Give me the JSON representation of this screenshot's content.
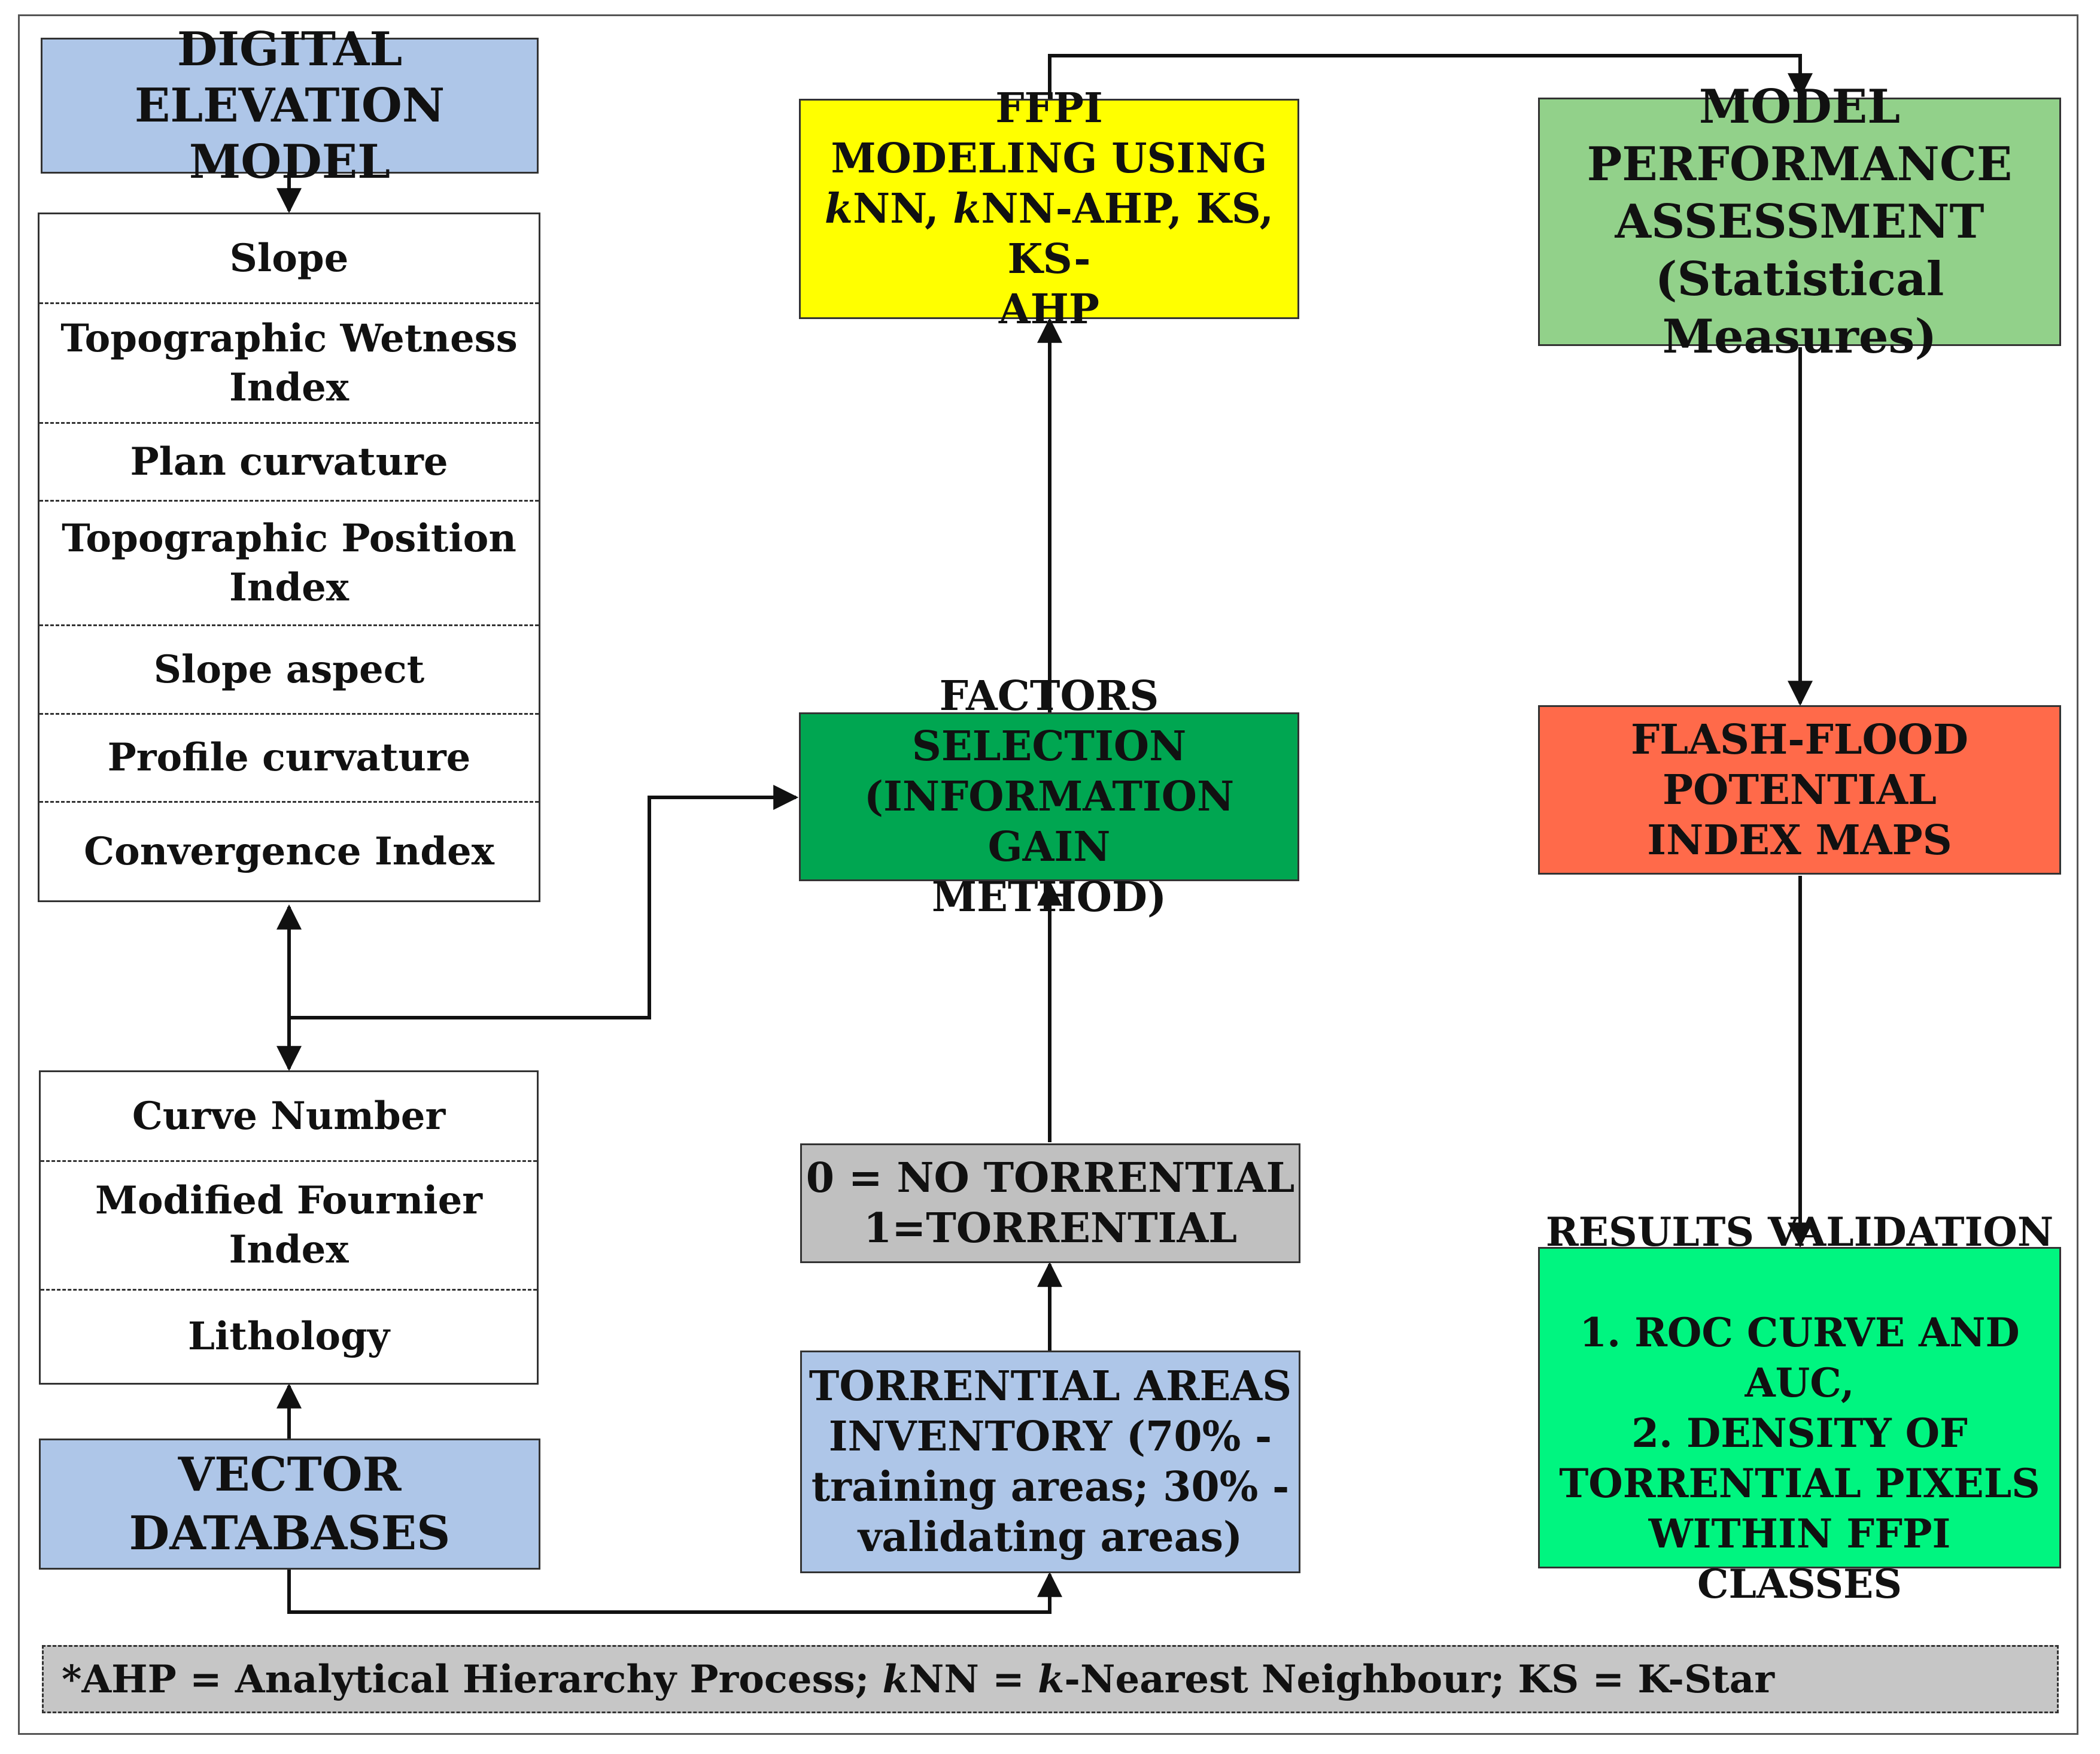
{
  "dem": {
    "line1": "DIGITAL",
    "line2": "ELEVATION MODEL"
  },
  "dem_factors": [
    {
      "l1": "Slope"
    },
    {
      "l1": "Topographic Wetness",
      "l2": "Index"
    },
    {
      "l1": "Plan curvature"
    },
    {
      "l1": "Topographic Position",
      "l2": "Index"
    },
    {
      "l1": "Slope aspect"
    },
    {
      "l1": "Profile curvature"
    },
    {
      "l1": "Convergence Index"
    }
  ],
  "vector_factors": [
    {
      "l1": "Curve Number"
    },
    {
      "l1": "Modified Fournier",
      "l2": "Index"
    },
    {
      "l1": "Lithology"
    }
  ],
  "vector": {
    "line1": "VECTOR",
    "line2": "DATABASES"
  },
  "ffpi": {
    "line1": "FFPI",
    "line2": "MODELING USING",
    "line3_k1": "k",
    "line3_a": "NN, ",
    "line3_k2": "k",
    "line3_b": "NN-AHP, KS, KS-",
    "line4": "AHP",
    "color": "#ffff00"
  },
  "factors": {
    "line1": "FACTORS SELECTION",
    "line2": "(INFORMATION GAIN",
    "line3": "METHOD)",
    "color": "#00a651"
  },
  "torrential_code": {
    "line1": "0 = NO TORRENTIAL",
    "line2": "1=TORRENTIAL",
    "color": "#c0c0c0"
  },
  "inventory": {
    "line1": "TORRENTIAL AREAS",
    "line2": "INVENTORY (70% -",
    "line3": "training areas; 30% -",
    "line4": "validating areas)"
  },
  "model_perf": {
    "line1": "MODEL",
    "line2": "PERFORMANCE",
    "line3": "ASSESSMENT",
    "line4": "(Statistical Measures)",
    "color": "#92d18a"
  },
  "flash_flood": {
    "line1": "FLASH-FLOOD",
    "line2": "POTENTIAL",
    "line3": "INDEX MAPS",
    "color": "#ff6a4a"
  },
  "results": {
    "line1": "RESULTS VALIDATION",
    "line2": "1. ROC CURVE AND AUC,",
    "line3": "2. DENSITY OF",
    "line4": "TORRENTIAL PIXELS",
    "line5": "WITHIN FFPI CLASSES",
    "color": "#00f580"
  },
  "footnote": {
    "p1": "*AHP = Analytical Hierarchy Process; ",
    "k1": "k",
    "p2": "NN = ",
    "k2": "k",
    "p3": "-Nearest Neighbour; KS = K-Star"
  }
}
